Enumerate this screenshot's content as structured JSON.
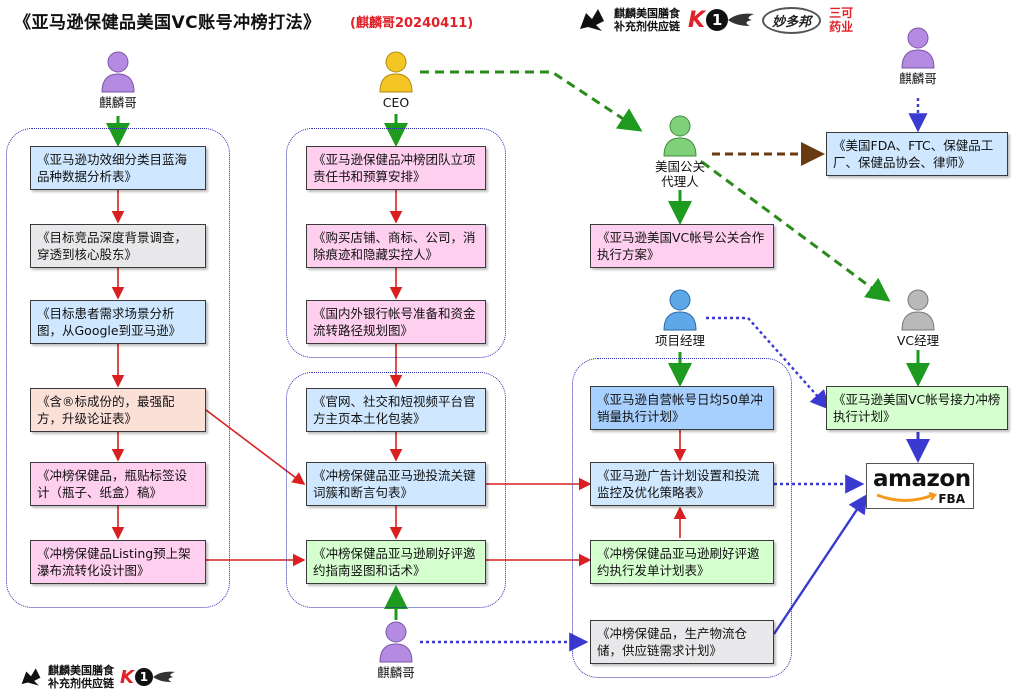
{
  "title": "《亚马逊保健品美国VC账号冲榜打法》",
  "subtitle": "(麒麟哥20240411)",
  "logos": {
    "top_company_line1": "麒麟美国膳食",
    "top_company_line2": "补充剂供应链",
    "k1_letter": "K",
    "k1_number": "1",
    "miaoduobang": "妙多邦",
    "sanke_line1": "三可",
    "sanke_line2": "药业",
    "bottom_company_line1": "麒麟美国膳食",
    "bottom_company_line2": "补充剂供应链",
    "bottom_k1_letter": "K",
    "bottom_k1_number": "1"
  },
  "actors": {
    "qilin_left": "麒麟哥",
    "ceo": "CEO",
    "qilin_right": "麒麟哥",
    "pr_agent_line1": "美国公关",
    "pr_agent_line2": "代理人",
    "project_manager": "项目经理",
    "vc_manager": "VC经理",
    "qilin_bottom": "麒麟哥"
  },
  "actor_colors": {
    "qilin": "#b48be0",
    "ceo": "#f3c623",
    "pr_agent": "#7fd07a",
    "project_manager": "#5fa8e8",
    "vc_manager": "#b9b9b9"
  },
  "nodes": {
    "l1": "《亚马逊功效细分类目蓝海品种数据分析表》",
    "l2": "《目标竞品深度背景调查，穿透到核心股东》",
    "l3": "《目标患者需求场景分析图，从Google到亚马逊》",
    "l4": "《含®标成份的，最强配方，升级论证表》",
    "l5": "《冲榜保健品，瓶贴标签设计（瓶子、纸盒）稿》",
    "l6": "《冲榜保健品Listing预上架瀑布流转化设计图》",
    "m1": "《亚马逊保健品冲榜团队立项责任书和预算安排》",
    "m2": "《购买店铺、商标、公司，消除痕迹和隐藏实控人》",
    "m3": "《国内外银行帐号准备和资金流转路径规划图》",
    "m4": "《官网、社交和短视频平台官方主页本土化包装》",
    "m5": "《冲榜保健品亚马逊投流关键词簇和断言句表》",
    "m6": "《冲榜保健品亚马逊刷好评邀约指南竖图和话术》",
    "r0": "《亚马逊美国VC帐号公关合作执行方案》",
    "r1": "《亚马逊自营帐号日均50单冲销量执行计划》",
    "r2": "《亚马逊广告计划设置和投流监控及优化策略表》",
    "r3": "《冲榜保健品亚马逊刷好评邀约执行发单计划表》",
    "r4": "《冲榜保健品，生产物流仓储，供应链需求计划》",
    "fda": "《美国FDA、FTC、保健品工厂、保健品协会、律师》",
    "vc_plan": "《亚马逊美国VC帐号接力冲榜执行计划》"
  },
  "amazon": {
    "word": "amazon",
    "fba": "FBA"
  },
  "colors": {
    "red_arrow": "#d82020",
    "green_arrow": "#1e9a1e",
    "dashed_green": "#2a8a1a",
    "blue_arrow": "#3a3ad0",
    "brown_arrow": "#6a3a10"
  }
}
